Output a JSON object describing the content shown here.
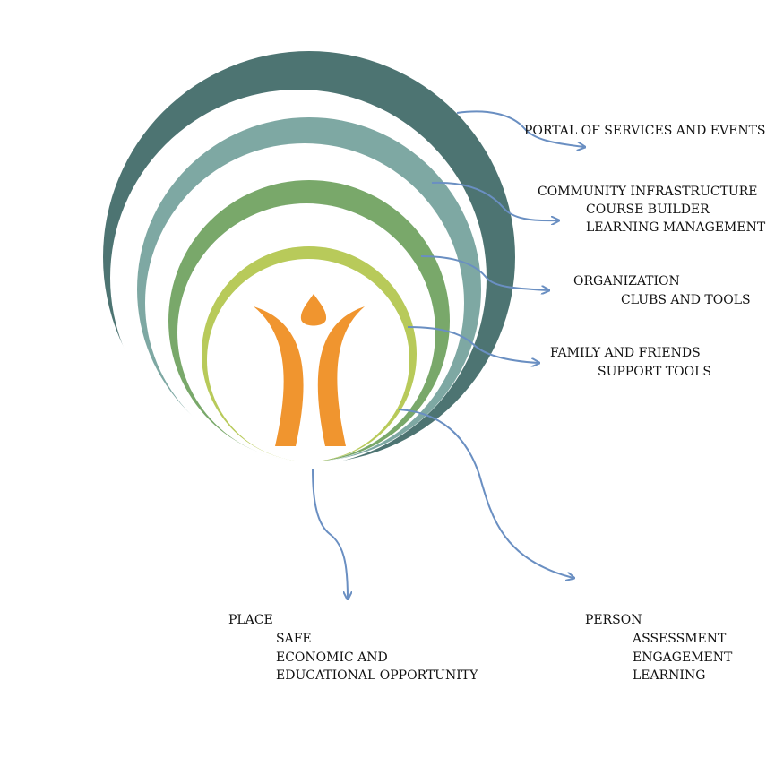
{
  "colors": {
    "ring_outer": "#4d7472",
    "ring_second": "#7ea8a3",
    "ring_third": "#79a86a",
    "ring_inner": "#b8ca5a",
    "figure": "#f0952f",
    "arrow": "#6a8fc2"
  },
  "icons": {
    "center_figure": "person-figure-icon"
  },
  "labels": {
    "portal": [
      "PORTAL OF SERVICES AND EVENTS"
    ],
    "community": [
      "COMMUNITY INFRASTRUCTURE",
      "COURSE BUILDER",
      "LEARNING MANAGEMENT"
    ],
    "organization": [
      "ORGANIZATION",
      "CLUBS AND TOOLS"
    ],
    "family": [
      "FAMILY AND FRIENDS",
      "SUPPORT TOOLS"
    ],
    "place": [
      "PLACE",
      "SAFE",
      "ECONOMIC AND",
      "EDUCATIONAL OPPORTUNITY"
    ],
    "person": [
      "PERSON",
      "ASSESSMENT",
      "ENGAGEMENT",
      "LEARNING"
    ]
  }
}
